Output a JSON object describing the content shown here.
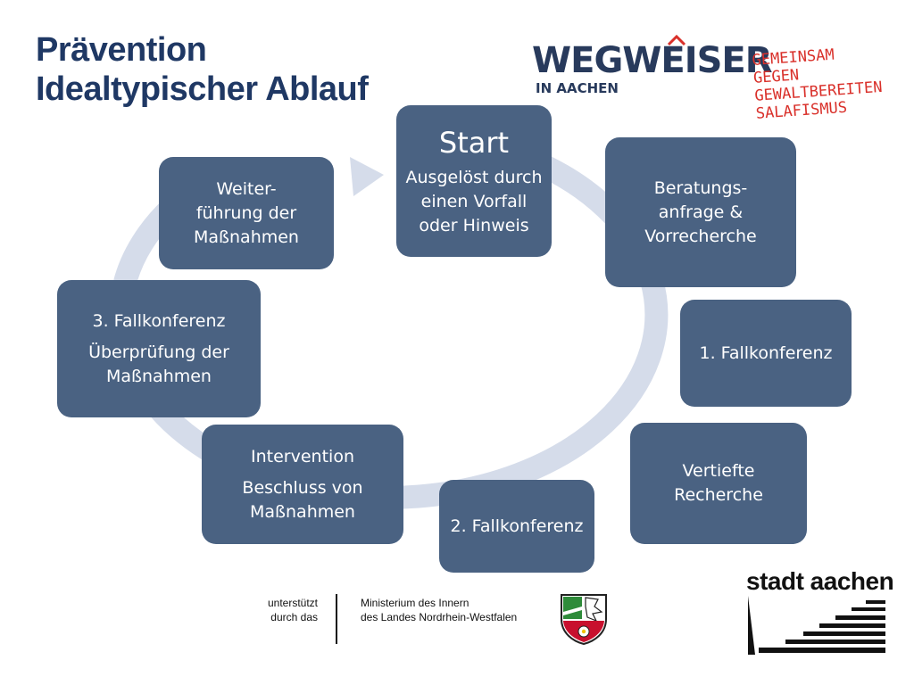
{
  "title": {
    "line1": "Prävention",
    "line2": "Idealtypischer Ablauf"
  },
  "colors": {
    "title": "#1f3864",
    "box_fill": "#4a6282",
    "arrow": "#d5dcea",
    "logo_blue": "#283a5c",
    "logo_red": "#d9302a"
  },
  "steps": [
    {
      "id": "start",
      "heading": "Start",
      "text": "Ausgelöst durch einen Vorfall oder Hinweis"
    },
    {
      "id": "beratung",
      "text": "Beratungs-anfrage & Vorrecherche"
    },
    {
      "id": "fallkonferenz1",
      "text": "1. Fallkonferenz"
    },
    {
      "id": "recherche",
      "text": "Vertiefte Recherche"
    },
    {
      "id": "fallkonferenz2",
      "text": "2. Fallkonferenz"
    },
    {
      "id": "intervention",
      "heading": "Intervention",
      "text": "Beschluss von Maßnahmen"
    },
    {
      "id": "fallkonferenz3",
      "heading": "3. Fallkonferenz",
      "text": "Überprüfung der Maßnahmen"
    },
    {
      "id": "weiterfuehrung",
      "text": "Weiter-führung der Maßnahmen"
    }
  ],
  "logo": {
    "wordmark": "WEGWEISER",
    "subline": "IN AACHEN",
    "slogan": [
      "GEMEINSAM",
      "GEGEN",
      "GEWALTBEREITEN",
      "SALAFISMUS"
    ]
  },
  "footer": {
    "support": [
      "unterstützt",
      "durch das"
    ],
    "ministry": [
      "Ministerium des Innern",
      "des Landes Nordrhein-Westfalen"
    ],
    "city": "stadt aachen"
  }
}
